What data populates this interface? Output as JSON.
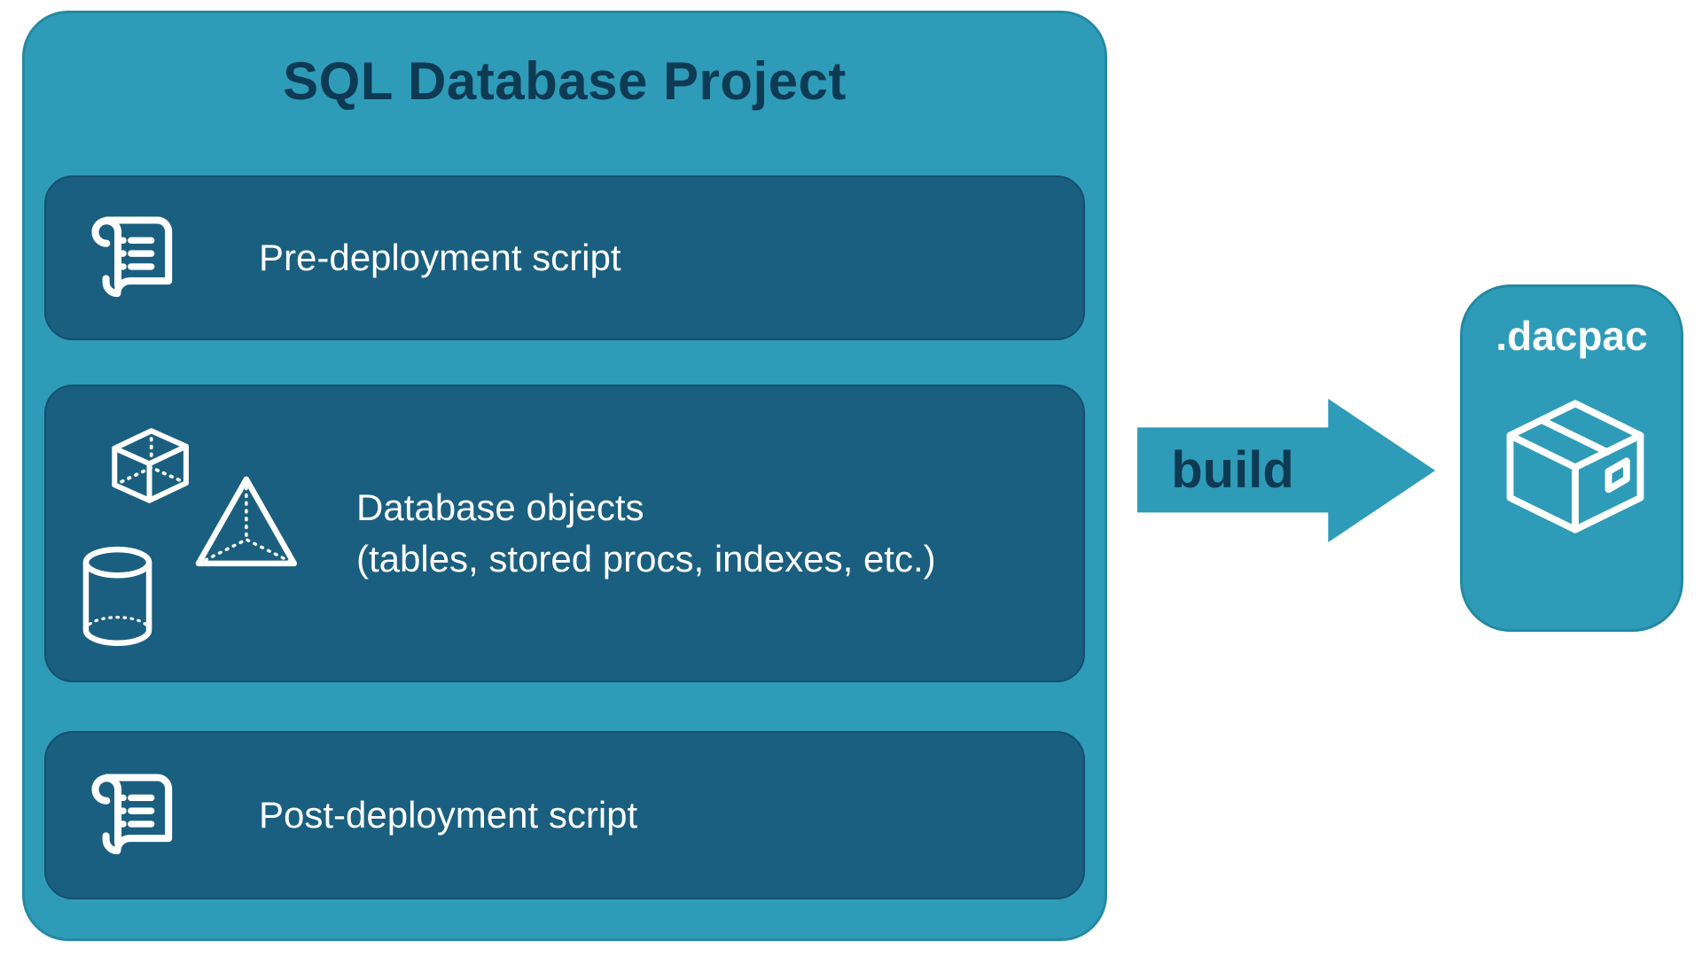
{
  "diagram": {
    "title": "SQL Database Project",
    "rows": [
      {
        "label": "Pre-deployment script",
        "icon": "scroll-icon"
      },
      {
        "label": "Database objects",
        "sublabel": "(tables, stored procs, indexes, etc.)",
        "icons": [
          "cube-icon",
          "pyramid-icon",
          "database-cylinder-icon"
        ]
      },
      {
        "label": "Post-deployment script",
        "icon": "scroll-icon"
      }
    ],
    "arrow": {
      "label": "build"
    },
    "output": {
      "label": ".dacpac",
      "icon": "package-icon"
    },
    "colors": {
      "container_teal": "#2E9CB8",
      "inner_blue": "#1A5F80",
      "dark_navy_text": "#0E3A54",
      "white": "#FFFFFF"
    }
  }
}
